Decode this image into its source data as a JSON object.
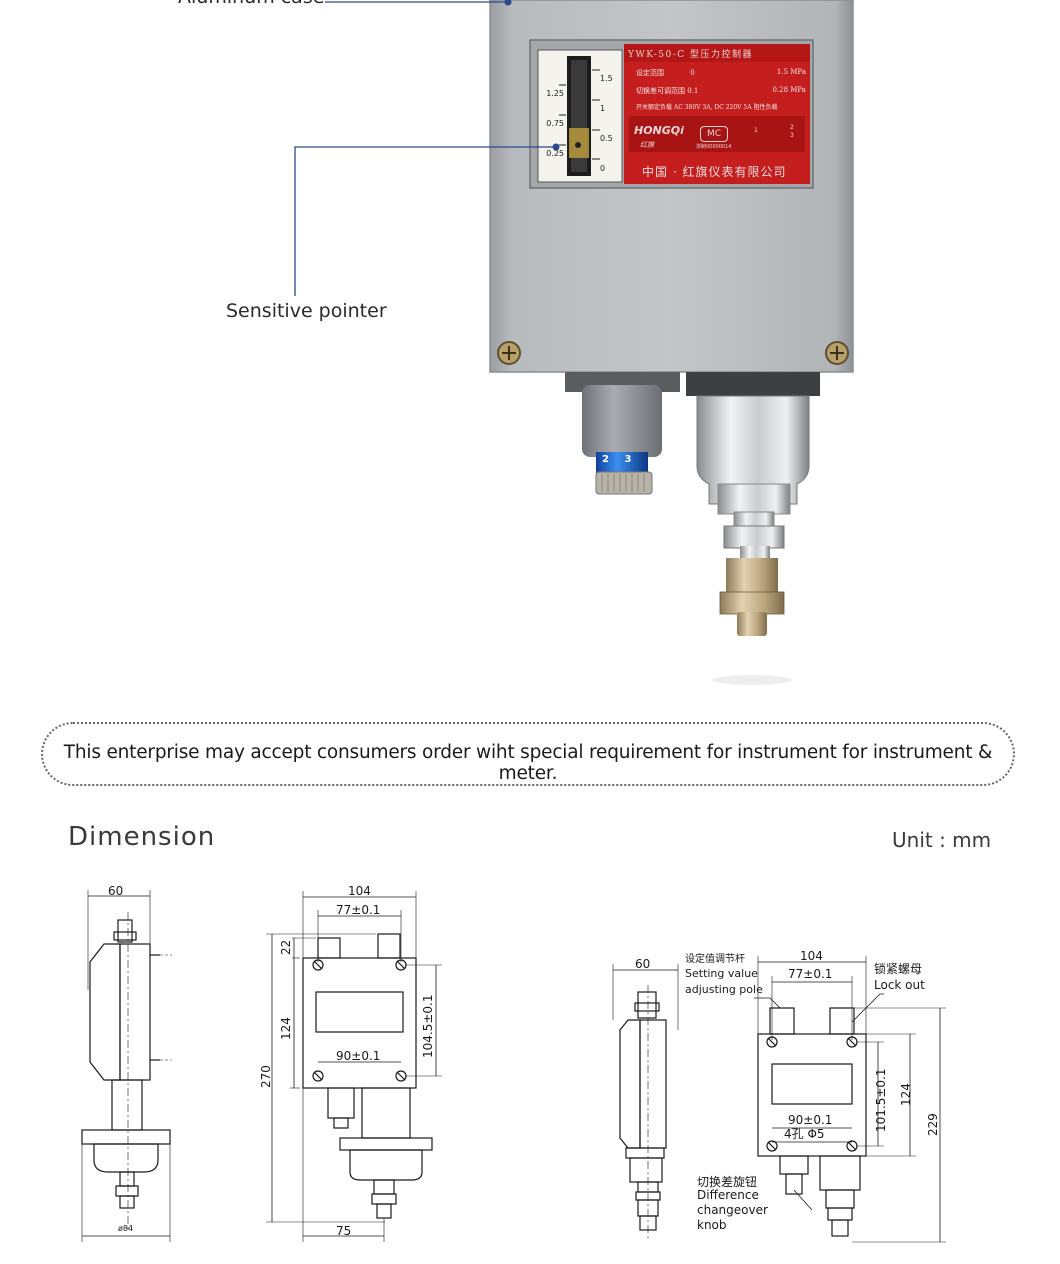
{
  "callouts": {
    "top_label": "Aluminum case",
    "pointer_label": "Sensitive pointer"
  },
  "nameplate": {
    "model": "YWK-50-C 型压力控制器",
    "setting_range_label": "设定范围",
    "setting_range_value_from": "0",
    "setting_range_value_to": "1.5 MPa",
    "diff_range_label": "切换差可调范围 0.1",
    "diff_range_value": "0.28 MPa",
    "rating": "开关额定负载 AC 380V 3A, DC 220V 5A 阻性负载",
    "brand": "HONGQi",
    "brand_cn": "红旗",
    "mc_mark": "MC",
    "mc_number": "浙制00000014",
    "maker": "中国 · 红旗仪表有限公司",
    "contacts": [
      "1",
      "2",
      "3"
    ]
  },
  "scale": {
    "left_ticks": [
      "1.25",
      "0.75",
      "0.25"
    ],
    "right_ticks": [
      "1.5",
      "1",
      "0.5",
      "0"
    ]
  },
  "knob": {
    "numbers": "2 3"
  },
  "note": {
    "text": "This enterprise may accept consumers order wiht special requirement for instrument for instrument & meter."
  },
  "dimension": {
    "heading": "Dimension",
    "unit": "Unit : mm"
  },
  "drawing1": {
    "width_top": "60",
    "base": "ø84"
  },
  "drawing2": {
    "width_overall": "104",
    "width_holes": "77±0.1",
    "height_top": "22",
    "height_body": "124",
    "height_total": "270",
    "holes_vertical": "104.5±0.1",
    "holes_bottom": "90±0.1",
    "base_offset": "75"
  },
  "drawing3": {
    "side_width": "60",
    "width_overall": "104",
    "width_holes": "77±0.1",
    "setting_pole_cn": "设定值调节杆",
    "setting_pole_en_1": "Setting value",
    "setting_pole_en_2": "adjusting pole",
    "lockout_cn": "锁紧螺母",
    "lockout_en": "Lock out",
    "holes_vertical": "101.5±0.1",
    "height_body": "124",
    "height_total": "229",
    "holes_bottom": "90±0.1",
    "holes_spec": "4孔 Φ5",
    "diff_knob_cn": "切换差旋钮",
    "diff_knob_en_1": "Difference",
    "diff_knob_en_2": "changeover",
    "diff_knob_en_3": "knob"
  }
}
